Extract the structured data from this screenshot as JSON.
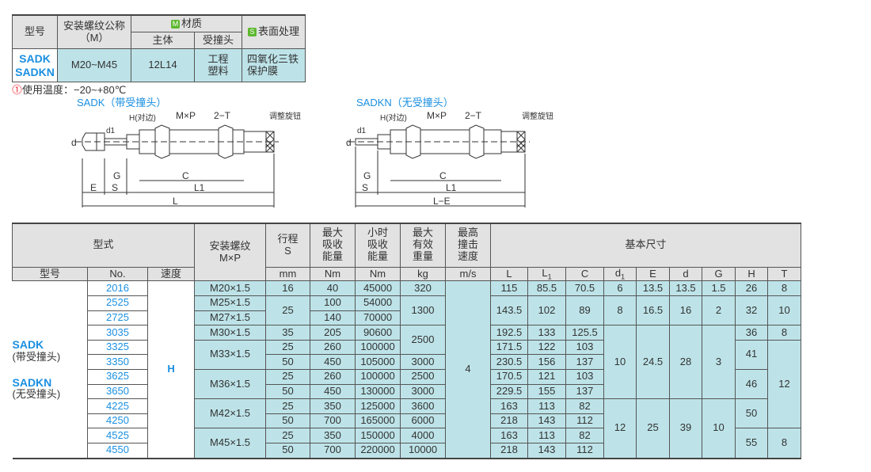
{
  "spec_table": {
    "headers": {
      "model": "型号",
      "thread": "安装螺纹公称",
      "thread_sub": "（M）",
      "material": "材质",
      "material_icon": "M",
      "body": "主体",
      "head": "受撞头",
      "surface": "表面处理",
      "surface_icon": "S"
    },
    "row": {
      "model1": "SADK",
      "model2": "SADKN",
      "thread": "M20~M45",
      "body": "12L14",
      "head1": "工程",
      "head2": "塑料",
      "surface1": "四氧化三铁",
      "surface2": "保护膜"
    }
  },
  "note": {
    "icon": "!",
    "text": "使用温度：−20~+80℃"
  },
  "diagrams": [
    {
      "title": "SADK（带受撞头）",
      "labels": {
        "H": "H(对边)",
        "MP": "M×P",
        "T": "2−T",
        "knob": "调整旋钮",
        "d1": "d1",
        "d": "d",
        "G": "G",
        "C": "C",
        "E": "E",
        "S": "S",
        "L1": "L1",
        "L": "L"
      }
    },
    {
      "title": "SADKN（无受撞头）",
      "labels": {
        "H": "H(对边)",
        "MP": "M×P",
        "T": "2−T",
        "knob": "调整旋钮",
        "d1": "d1",
        "d": "d",
        "G": "G",
        "C": "C",
        "S": "S",
        "L1": "L1",
        "L": "L−E"
      }
    }
  ],
  "main_table": {
    "headers": {
      "type": "型式",
      "thread": "安装螺纹",
      "thread2": "M×P",
      "stroke": "行程",
      "stroke2": "S",
      "energy": "最大吸收能量",
      "hourly": "小时吸收能量",
      "weight": "最大有效重量",
      "speed": "最高撞击速度",
      "dims": "基本尺寸",
      "model": "型号",
      "no": "No.",
      "spd": "速度",
      "u_stroke": "mm",
      "u_energy": "Nm",
      "u_hourly": "Nm",
      "u_weight": "kg",
      "u_speed": "m/s",
      "dim_cols": [
        "L",
        "L1",
        "C",
        "d1",
        "E",
        "d",
        "G",
        "H",
        "T"
      ]
    },
    "models": [
      {
        "name": "SADK",
        "note": "(带受撞头)"
      },
      {
        "name": "SADKN",
        "note": "(无受撞头)"
      }
    ],
    "speed_code": "H",
    "numbers": [
      "2016",
      "2525",
      "2725",
      "3035",
      "3325",
      "3350",
      "3625",
      "3650",
      "4225",
      "4250",
      "4525",
      "4550"
    ],
    "columns": {
      "thread": [
        "M20×1.5",
        "M25×1.5",
        "M27×1.5",
        "M30×1.5",
        "M33×1.5",
        "M36×1.5",
        "M42×1.5",
        "M45×1.5"
      ],
      "stroke": [
        "16",
        "25",
        "35",
        "25",
        "50",
        "25",
        "50",
        "25",
        "50",
        "25",
        "50"
      ],
      "energy": [
        "40",
        "100",
        "140",
        "205",
        "260",
        "450",
        "260",
        "450",
        "350",
        "700",
        "350",
        "700"
      ],
      "hourly": [
        "45000",
        "54000",
        "70000",
        "90600",
        "100000",
        "105000",
        "100000",
        "130000",
        "125000",
        "165000",
        "150000",
        "220000"
      ],
      "weight": [
        "320",
        "1300",
        "2500",
        "3000",
        "2500",
        "3000",
        "3600",
        "6000",
        "4000",
        "10000"
      ],
      "speed": [
        "4"
      ],
      "L": [
        "115",
        "143.5",
        "192.5",
        "171.5",
        "230.5",
        "170.5",
        "229.5",
        "163",
        "218",
        "163",
        "218"
      ],
      "L1": [
        "85.5",
        "102",
        "133",
        "122",
        "156",
        "121",
        "155",
        "113",
        "143",
        "113",
        "143"
      ],
      "C": [
        "70.5",
        "89",
        "125.5",
        "103",
        "137",
        "103",
        "137",
        "82",
        "112",
        "82",
        "112"
      ],
      "d1": [
        "6",
        "8",
        "10",
        "12"
      ],
      "E": [
        "13.5",
        "16.5",
        "24.5",
        "25"
      ],
      "d": [
        "13.5",
        "16",
        "28",
        "39"
      ],
      "G": [
        "1.5",
        "2",
        "3",
        "10"
      ],
      "H": [
        "26",
        "32",
        "36",
        "41",
        "46",
        "50",
        "55"
      ],
      "T": [
        "8",
        "10",
        "8",
        "12",
        "8"
      ]
    }
  },
  "colors": {
    "accent": "#1a8fe0",
    "cell": "#bde3e8",
    "header": "#e2e2e2",
    "m_badge": "#5cb82e",
    "s_badge": "#5cb82e"
  }
}
